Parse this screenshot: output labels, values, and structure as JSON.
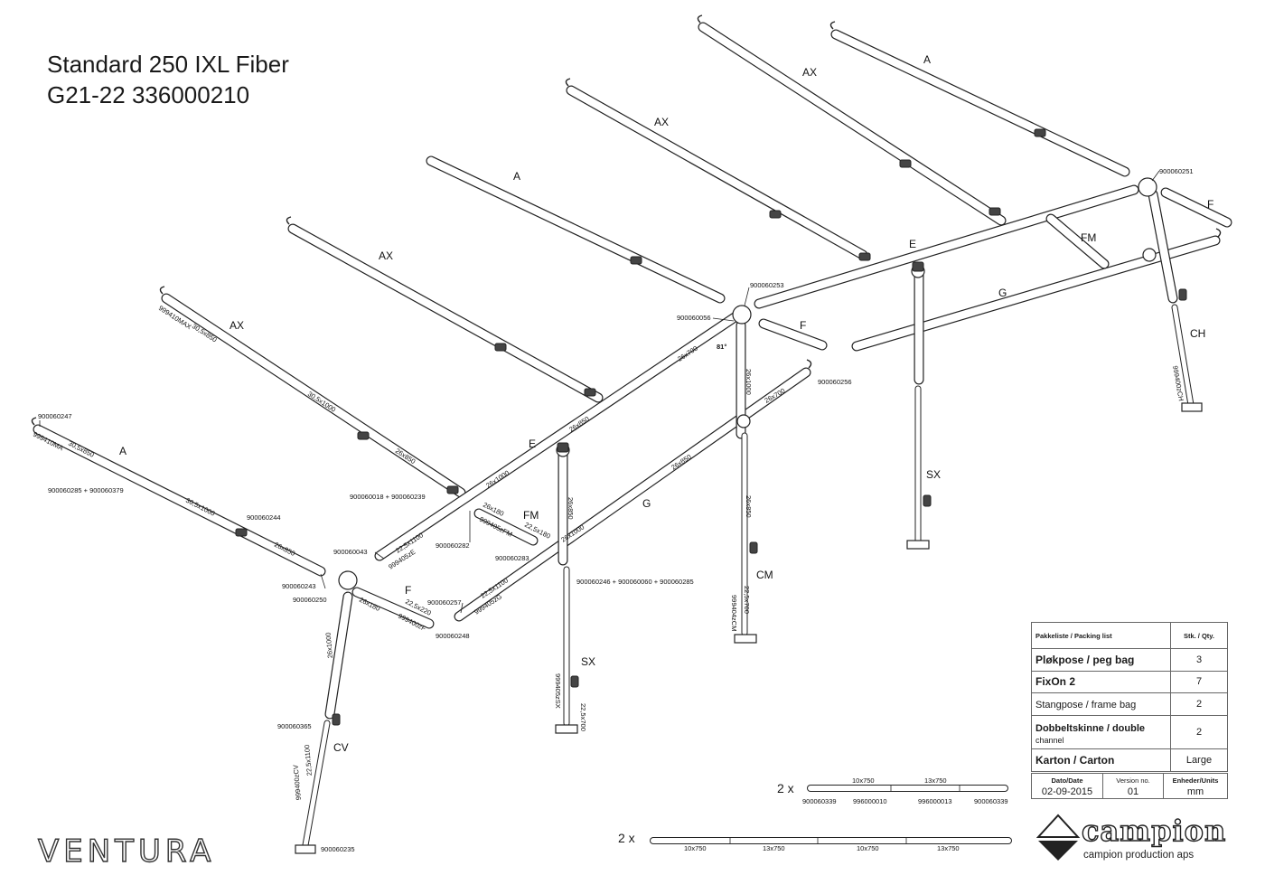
{
  "title": {
    "line1": "Standard 250 IXL Fiber",
    "line2": "G21-22 336000210"
  },
  "brand": {
    "ventura": "VENTURA",
    "campion": "campion",
    "campion_sub": "campion production aps"
  },
  "part_labels": [
    {
      "text": "A",
      "key": "lbl_a_top"
    },
    {
      "text": "AX",
      "key": "lbl_ax_top"
    },
    {
      "text": "AX",
      "key": "lbl_ax_2"
    },
    {
      "text": "A",
      "key": "lbl_a_3"
    },
    {
      "text": "AX",
      "key": "lbl_ax_4"
    },
    {
      "text": "AX",
      "key": "lbl_ax_5"
    },
    {
      "text": "A",
      "key": "lbl_a_front"
    },
    {
      "text": "E",
      "key": "lbl_e_right"
    },
    {
      "text": "E",
      "key": "lbl_e_left"
    },
    {
      "text": "F",
      "key": "lbl_f_top"
    },
    {
      "text": "F",
      "key": "lbl_f_mid"
    },
    {
      "text": "F",
      "key": "lbl_f_left"
    },
    {
      "text": "FM",
      "key": "lbl_fm_right"
    },
    {
      "text": "FM",
      "key": "lbl_fm_left"
    },
    {
      "text": "G",
      "key": "lbl_g_right"
    },
    {
      "text": "G",
      "key": "lbl_g_left"
    },
    {
      "text": "CH",
      "key": "lbl_ch"
    },
    {
      "text": "SX",
      "key": "lbl_sx_right"
    },
    {
      "text": "SX",
      "key": "lbl_sx_left"
    },
    {
      "text": "CM",
      "key": "lbl_cm"
    },
    {
      "text": "CV",
      "key": "lbl_cv"
    }
  ],
  "dimension_labels": [
    "30,5x850",
    "30,5x1000",
    "26x850",
    "30,5x850",
    "30,5x1000",
    "26x850",
    "26x700",
    "26x850",
    "26x1000",
    "22,5x1100",
    "26x1000",
    "26x850",
    "22,5x700",
    "26x850",
    "22,5x700",
    "26x180",
    "22,5x180",
    "26x700",
    "26x850",
    "26x1000",
    "22,5x1100",
    "26x180",
    "22,5x220",
    "26x1000",
    "22,5x1100",
    "81°"
  ],
  "part_numbers": [
    "900060251",
    "900060253",
    "900060056",
    "900060256",
    "900060247",
    "999410MA",
    "900060285 + 900060379",
    "900060244",
    "900060243",
    "900060250",
    "900060043",
    "999410MAX",
    "900060018 + 900060239",
    "900060282",
    "999405zE",
    "999405zFM",
    "900060283",
    "900060257",
    "999405zG",
    "900060246 + 900060060 + 900060285",
    "999405zSX",
    "999404zCM",
    "999400zCH",
    "900060248",
    "999400zF",
    "900060365",
    "999400zCV",
    "900060235"
  ],
  "packing_list": {
    "header_item": "Pakkeliste / Packing list",
    "header_qty": "Stk. / Qty.",
    "items": [
      {
        "name": "Pløkpose / peg bag",
        "qty": "3"
      },
      {
        "name": "FixOn 2",
        "qty": "7"
      },
      {
        "name": "Stangpose / frame bag",
        "qty": "2"
      },
      {
        "name": "Dobbeltskinne / double",
        "name2": "channel",
        "qty": "2"
      },
      {
        "name": "Karton / Carton",
        "qty": "Large"
      }
    ],
    "footer": {
      "date_label": "Dato/Date",
      "date": "02-09-2015",
      "version_label": "Version no.",
      "version": "01",
      "units_label": "Enheder/Units",
      "units": "mm"
    }
  },
  "loose_parts": {
    "row1": {
      "mult": "2 x",
      "dims": [
        "10x750",
        "13x750"
      ],
      "parts": [
        "900060339",
        "996000010",
        "996000013",
        "900060339"
      ]
    },
    "row2": {
      "mult": "2 x",
      "dims": [
        "10x750",
        "13x750",
        "10x750",
        "13x750"
      ]
    }
  }
}
